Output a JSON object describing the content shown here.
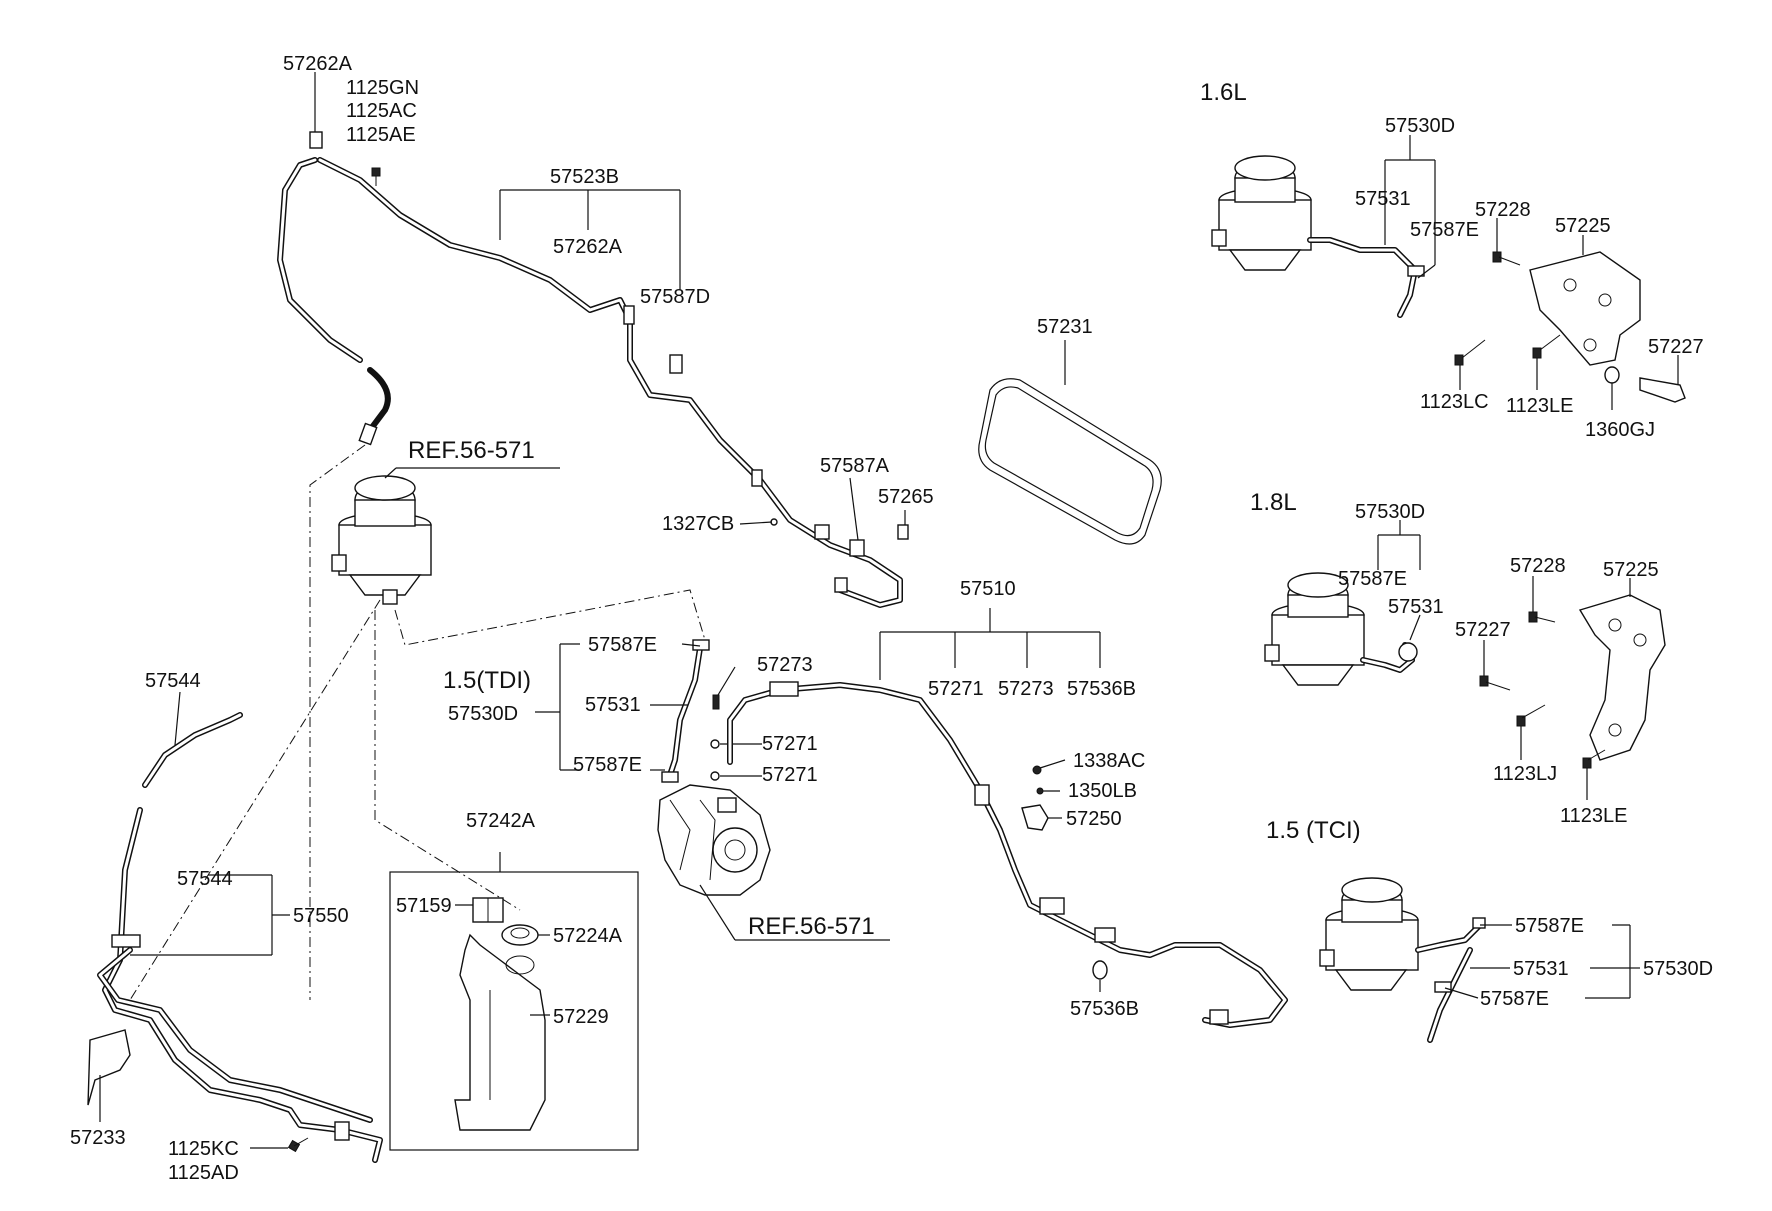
{
  "diagram": {
    "labels": [
      {
        "id": "57262A-top",
        "text": "57262A"
      },
      {
        "id": "1125GN",
        "text": "1125GN"
      },
      {
        "id": "1125AC",
        "text": "1125AC"
      },
      {
        "id": "1125AE",
        "text": "1125AE"
      },
      {
        "id": "57523B",
        "text": "57523B"
      },
      {
        "id": "57262A-mid",
        "text": "57262A"
      },
      {
        "id": "57587D",
        "text": "57587D"
      },
      {
        "id": "REF-top",
        "text": "REF.56-571"
      },
      {
        "id": "57231",
        "text": "57231"
      },
      {
        "id": "57587A",
        "text": "57587A"
      },
      {
        "id": "57265",
        "text": "57265"
      },
      {
        "id": "1327CB",
        "text": "1327CB"
      },
      {
        "id": "57544-a",
        "text": "57544"
      },
      {
        "id": "57587E-tdi-a",
        "text": "57587E"
      },
      {
        "id": "TDI-title",
        "text": "1.5(TDI)"
      },
      {
        "id": "57531-tdi",
        "text": "57531"
      },
      {
        "id": "57530D-tdi",
        "text": "57530D"
      },
      {
        "id": "57587E-tdi-b",
        "text": "57587E"
      },
      {
        "id": "57273-a",
        "text": "57273"
      },
      {
        "id": "57271-a",
        "text": "57271"
      },
      {
        "id": "57271-b",
        "text": "57271"
      },
      {
        "id": "57510",
        "text": "57510"
      },
      {
        "id": "57271-c",
        "text": "57271"
      },
      {
        "id": "57273-b",
        "text": "57273"
      },
      {
        "id": "57536B-a",
        "text": "57536B"
      },
      {
        "id": "1338AC",
        "text": "1338AC"
      },
      {
        "id": "1350LB",
        "text": "1350LB"
      },
      {
        "id": "57250",
        "text": "57250"
      },
      {
        "id": "57242A",
        "text": "57242A"
      },
      {
        "id": "57544-b",
        "text": "57544"
      },
      {
        "id": "57550",
        "text": "57550"
      },
      {
        "id": "57159",
        "text": "57159"
      },
      {
        "id": "57224A",
        "text": "57224A"
      },
      {
        "id": "57229",
        "text": "57229"
      },
      {
        "id": "REF-bottom",
        "text": "REF.56-571"
      },
      {
        "id": "57536B-b",
        "text": "57536B"
      },
      {
        "id": "57233",
        "text": "57233"
      },
      {
        "id": "1125KC",
        "text": "1125KC"
      },
      {
        "id": "1125AD",
        "text": "1125AD"
      },
      {
        "id": "L16-title",
        "text": "1.6L"
      },
      {
        "id": "57530D-16",
        "text": "57530D"
      },
      {
        "id": "57531-16",
        "text": "57531"
      },
      {
        "id": "57587E-16",
        "text": "57587E"
      },
      {
        "id": "57228-16",
        "text": "57228"
      },
      {
        "id": "57225-16",
        "text": "57225"
      },
      {
        "id": "57227-16",
        "text": "57227"
      },
      {
        "id": "1123LC",
        "text": "1123LC"
      },
      {
        "id": "1123LE-16",
        "text": "1123LE"
      },
      {
        "id": "1360GJ",
        "text": "1360GJ"
      },
      {
        "id": "L18-title",
        "text": "1.8L"
      },
      {
        "id": "57530D-18",
        "text": "57530D"
      },
      {
        "id": "57587E-18",
        "text": "57587E"
      },
      {
        "id": "57531-18",
        "text": "57531"
      },
      {
        "id": "57228-18",
        "text": "57228"
      },
      {
        "id": "57225-18",
        "text": "57225"
      },
      {
        "id": "57227-18",
        "text": "57227"
      },
      {
        "id": "1123LJ",
        "text": "1123LJ"
      },
      {
        "id": "1123LE-18",
        "text": "1123LE"
      },
      {
        "id": "TCI-title",
        "text": "1.5 (TCI)"
      },
      {
        "id": "57587E-tci-a",
        "text": "57587E"
      },
      {
        "id": "57531-tci",
        "text": "57531"
      },
      {
        "id": "57530D-tci",
        "text": "57530D"
      },
      {
        "id": "57587E-tci-b",
        "text": "57587E"
      }
    ]
  }
}
